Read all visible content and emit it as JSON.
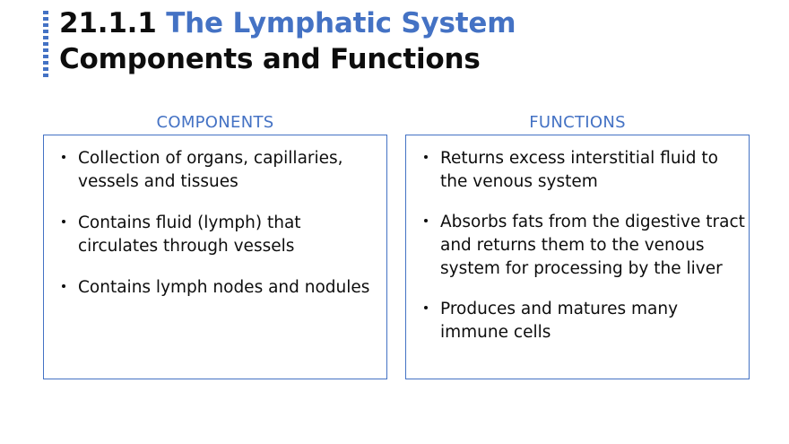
{
  "slide": {
    "title": {
      "line1_number": "21.1.1",
      "line1_highlight": "The Lymphatic System",
      "line2": "Components and Functions"
    },
    "accent_color": "#4472c4",
    "text_color": "#0d0d0d",
    "columns": [
      {
        "id": "components",
        "header": "COMPONENTS",
        "bullets": [
          "Collection of organs, capillaries, vessels and tissues",
          "Contains fluid (lymph) that circulates through vessels",
          "Contains lymph nodes and nodules"
        ]
      },
      {
        "id": "functions",
        "header": "FUNCTIONS",
        "bullets": [
          "Returns excess interstitial fluid to the venous system",
          "Absorbs fats from the digestive tract and returns them to the venous system for processing by the liver",
          "Produces and matures many immune cells"
        ]
      }
    ]
  }
}
